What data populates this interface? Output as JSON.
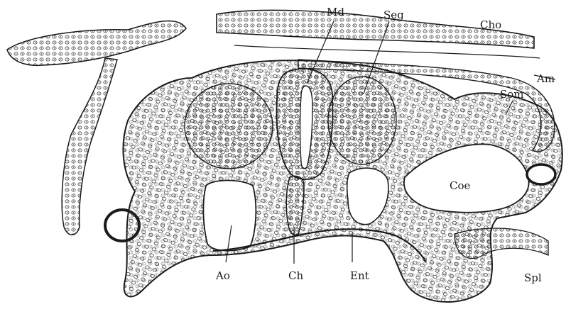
{
  "figure": {
    "labels": {
      "md": "Md",
      "seg": "Seg",
      "cho": "Cho",
      "am": "Am",
      "som": "Som",
      "coe": "Coe",
      "ao": "Ao",
      "ch": "Ch",
      "ent": "Ent",
      "spl": "Spl"
    },
    "colors": {
      "ink": "#1a1a1a",
      "tissue": "#f6f6f3",
      "background": "#ffffff"
    }
  }
}
